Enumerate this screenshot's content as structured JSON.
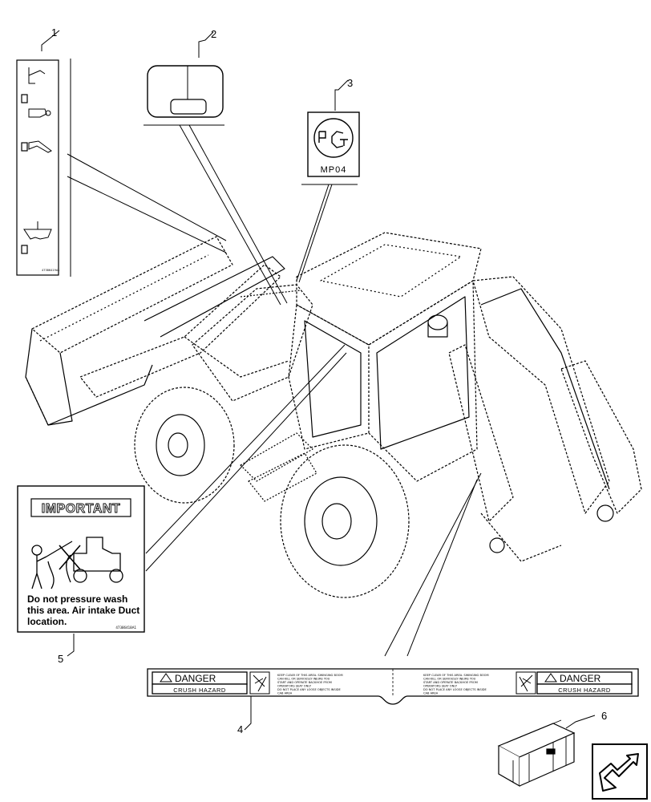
{
  "callouts": {
    "c1": "1",
    "c2": "2",
    "c3": "3",
    "c4": "4",
    "c5": "5",
    "c6": "6"
  },
  "decal_3": {
    "mark_text": "MP04"
  },
  "decal_5": {
    "title": "IMPORTANT",
    "line1": "Do not pressure wash",
    "line2": "this area. Air intake Duct",
    "line3": "location.",
    "part_no": "47386418A1"
  },
  "decal_4": {
    "danger_word": "DANGER",
    "hazard": "CRUSH HAZARD",
    "text_lines": [
      "KEEP CLEAR OF THIS AREA. SWINGING BOOM",
      "CAN KILL OR SERIOUSLY INJURE YOU",
      "START AND OPERATE BACKHOE FROM",
      "OPERATORS SEAT ONLY",
      "DO NOT PLACE ANY LOOSE OBJECTS INSIDE",
      "CAB AREA"
    ]
  },
  "decal_1": {
    "part_no": "47386419A1"
  },
  "icons": {
    "nav": "next-page-arrow-icon",
    "kit": "decal-kit-box-icon"
  }
}
